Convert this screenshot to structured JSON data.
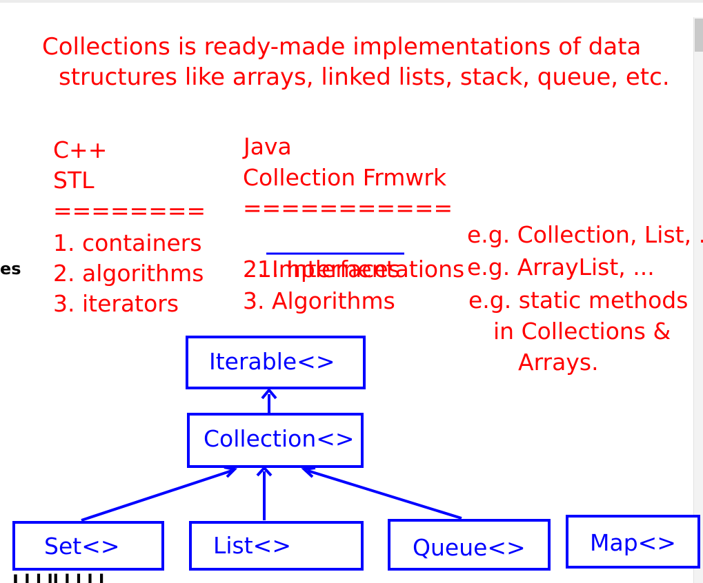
{
  "intro": {
    "line1": "Collections is ready-made implementations of data",
    "line2": "structures like arrays, linked lists, stack, queue, etc."
  },
  "cpp": {
    "title1": "C++",
    "title2": "STL",
    "rule": "========",
    "items": [
      "1. containers",
      "2. algorithms",
      "3. iterators"
    ]
  },
  "java": {
    "title1": "Java",
    "title2": "Collection Frmwrk",
    "rule": "===========",
    "item1_prefix": "1. ",
    "item1_link": "Interfaces",
    "items": [
      "2. Implementations",
      "3. Algorithms"
    ]
  },
  "examples": {
    "e1": "e.g. Collection, List, ..",
    "e2": "e.g. ArrayList, ...",
    "e3_line1": "e.g. static methods",
    "e3_line2": "in Collections &",
    "e3_line3": "Arrays."
  },
  "left_cut_text": "es",
  "bottom_cut_text": "I  l  l  ll   l    l l   l",
  "diagram": {
    "iterable": "Iterable<>",
    "collection": "Collection<>",
    "set": "Set<>",
    "list": "List<>",
    "queue": "Queue<>",
    "map": "Map<>"
  },
  "colors": {
    "text": "#ff0000",
    "diagram": "#0000ff"
  }
}
